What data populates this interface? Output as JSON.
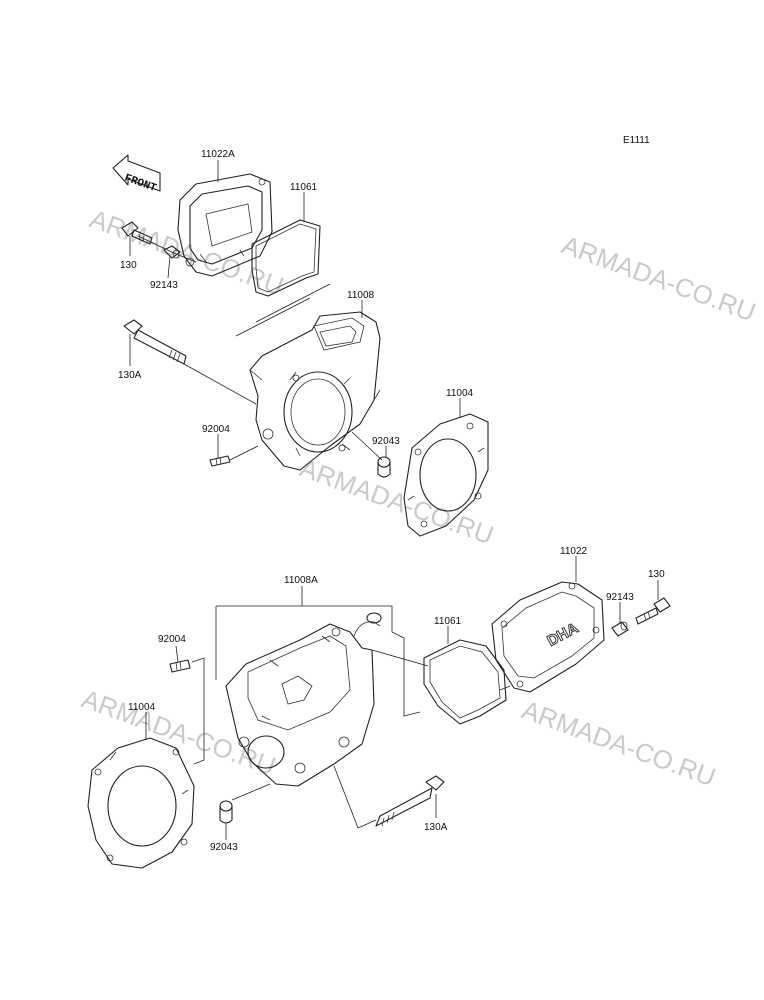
{
  "diagram_code": "E1111",
  "front_arrow": "FRONT",
  "cover_emblem": "DHA",
  "watermark": "ARMADA-CO.RU",
  "labels": {
    "p11022A": "11022A",
    "p11061_top": "11061",
    "p130_top": "130",
    "p92143_top": "92143",
    "p11008": "11008",
    "p130A_top": "130A",
    "p11004_top": "11004",
    "p92004_top": "92004",
    "p92043_top": "92043",
    "p11008A": "11008A",
    "p11022": "11022",
    "p130_bot": "130",
    "p92143_bot": "92143",
    "p11061_bot": "11061",
    "p92004_bot": "92004",
    "p11004_bot": "11004",
    "p92043_bot": "92043",
    "p130A_bot": "130A"
  }
}
